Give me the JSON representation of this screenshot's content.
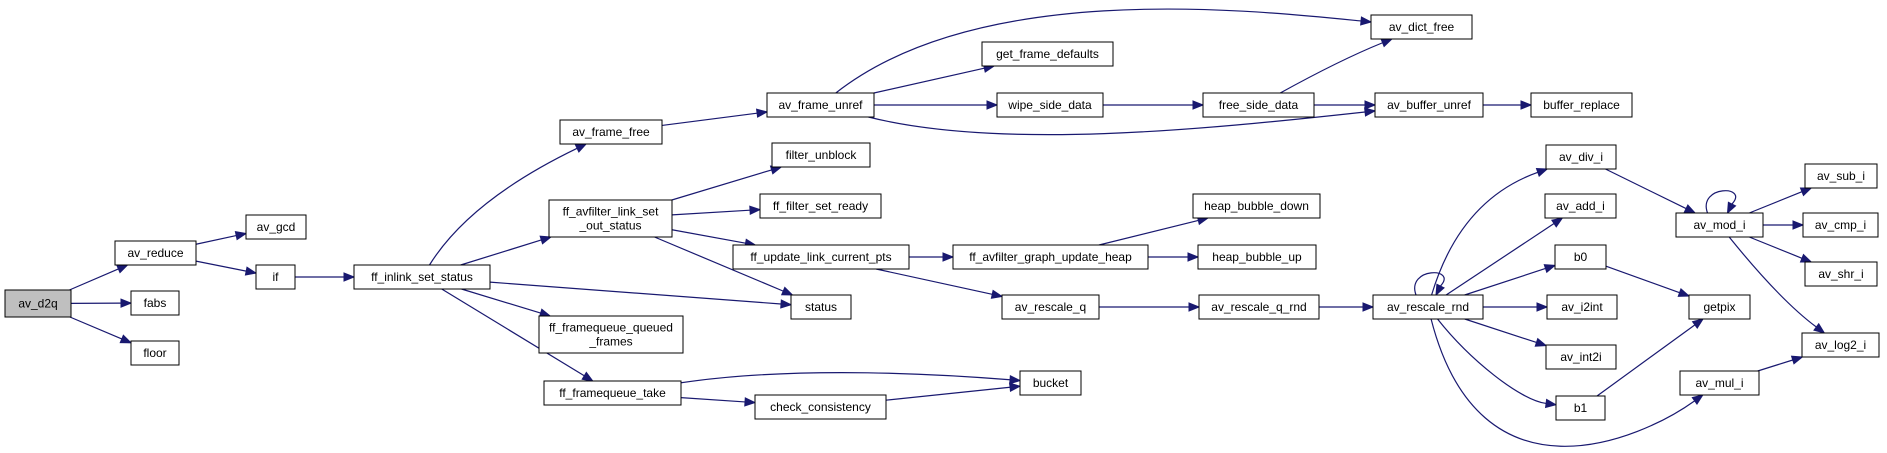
{
  "graph": {
    "edge_color": "#191970",
    "root_fill": "#bfbfbf",
    "nodes": [
      {
        "id": "av_d2q",
        "lines": [
          "av_d2q"
        ],
        "root": true
      },
      {
        "id": "av_reduce",
        "lines": [
          "av_reduce"
        ]
      },
      {
        "id": "fabs",
        "lines": [
          "fabs"
        ]
      },
      {
        "id": "floor",
        "lines": [
          "floor"
        ]
      },
      {
        "id": "av_gcd",
        "lines": [
          "av_gcd"
        ]
      },
      {
        "id": "if",
        "lines": [
          "if"
        ]
      },
      {
        "id": "ff_inlink_set_status",
        "lines": [
          "ff_inlink_set_status"
        ]
      },
      {
        "id": "av_frame_free",
        "lines": [
          "av_frame_free"
        ]
      },
      {
        "id": "ff_avfilter_link_set_out_status",
        "lines": [
          "ff_avfilter_link_set",
          "_out_status"
        ]
      },
      {
        "id": "ff_framequeue_queued_frames",
        "lines": [
          "ff_framequeue_queued",
          "_frames"
        ]
      },
      {
        "id": "ff_framequeue_take",
        "lines": [
          "ff_framequeue_take"
        ]
      },
      {
        "id": "status",
        "lines": [
          "status"
        ]
      },
      {
        "id": "av_frame_unref",
        "lines": [
          "av_frame_unref"
        ]
      },
      {
        "id": "filter_unblock",
        "lines": [
          "filter_unblock"
        ]
      },
      {
        "id": "ff_filter_set_ready",
        "lines": [
          "ff_filter_set_ready"
        ]
      },
      {
        "id": "ff_update_link_current_pts",
        "lines": [
          "ff_update_link_current_pts"
        ]
      },
      {
        "id": "check_consistency",
        "lines": [
          "check_consistency"
        ]
      },
      {
        "id": "bucket",
        "lines": [
          "bucket"
        ]
      },
      {
        "id": "get_frame_defaults",
        "lines": [
          "get_frame_defaults"
        ]
      },
      {
        "id": "wipe_side_data",
        "lines": [
          "wipe_side_data"
        ]
      },
      {
        "id": "av_dict_free",
        "lines": [
          "av_dict_free"
        ]
      },
      {
        "id": "free_side_data",
        "lines": [
          "free_side_data"
        ]
      },
      {
        "id": "av_buffer_unref",
        "lines": [
          "av_buffer_unref"
        ]
      },
      {
        "id": "buffer_replace",
        "lines": [
          "buffer_replace"
        ]
      },
      {
        "id": "ff_avfilter_graph_update_heap",
        "lines": [
          "ff_avfilter_graph_update_heap"
        ]
      },
      {
        "id": "heap_bubble_down",
        "lines": [
          "heap_bubble_down"
        ]
      },
      {
        "id": "heap_bubble_up",
        "lines": [
          "heap_bubble_up"
        ]
      },
      {
        "id": "av_rescale_q",
        "lines": [
          "av_rescale_q"
        ]
      },
      {
        "id": "av_rescale_q_rnd",
        "lines": [
          "av_rescale_q_rnd"
        ]
      },
      {
        "id": "av_rescale_rnd",
        "lines": [
          "av_rescale_rnd"
        ]
      },
      {
        "id": "av_div_i",
        "lines": [
          "av_div_i"
        ]
      },
      {
        "id": "av_add_i",
        "lines": [
          "av_add_i"
        ]
      },
      {
        "id": "b0",
        "lines": [
          "b0"
        ]
      },
      {
        "id": "av_i2int",
        "lines": [
          "av_i2int"
        ]
      },
      {
        "id": "av_int2i",
        "lines": [
          "av_int2i"
        ]
      },
      {
        "id": "b1",
        "lines": [
          "b1"
        ]
      },
      {
        "id": "av_mod_i",
        "lines": [
          "av_mod_i"
        ]
      },
      {
        "id": "getpix",
        "lines": [
          "getpix"
        ]
      },
      {
        "id": "av_mul_i",
        "lines": [
          "av_mul_i"
        ]
      },
      {
        "id": "av_sub_i",
        "lines": [
          "av_sub_i"
        ]
      },
      {
        "id": "av_cmp_i",
        "lines": [
          "av_cmp_i"
        ]
      },
      {
        "id": "av_shr_i",
        "lines": [
          "av_shr_i"
        ]
      },
      {
        "id": "av_log2_i",
        "lines": [
          "av_log2_i"
        ]
      }
    ],
    "edges": [
      [
        "av_d2q",
        "av_reduce"
      ],
      [
        "av_d2q",
        "fabs"
      ],
      [
        "av_d2q",
        "floor"
      ],
      [
        "av_reduce",
        "av_gcd"
      ],
      [
        "av_reduce",
        "if"
      ],
      [
        "if",
        "ff_inlink_set_status"
      ],
      [
        "ff_inlink_set_status",
        "av_frame_free"
      ],
      [
        "ff_inlink_set_status",
        "ff_avfilter_link_set_out_status"
      ],
      [
        "ff_inlink_set_status",
        "status"
      ],
      [
        "ff_inlink_set_status",
        "ff_framequeue_queued_frames"
      ],
      [
        "ff_inlink_set_status",
        "ff_framequeue_take"
      ],
      [
        "av_frame_free",
        "av_frame_unref"
      ],
      [
        "av_frame_unref",
        "av_dict_free"
      ],
      [
        "av_frame_unref",
        "get_frame_defaults"
      ],
      [
        "av_frame_unref",
        "wipe_side_data"
      ],
      [
        "av_frame_unref",
        "av_buffer_unref"
      ],
      [
        "wipe_side_data",
        "free_side_data"
      ],
      [
        "free_side_data",
        "av_dict_free"
      ],
      [
        "free_side_data",
        "av_buffer_unref"
      ],
      [
        "av_buffer_unref",
        "buffer_replace"
      ],
      [
        "ff_avfilter_link_set_out_status",
        "filter_unblock"
      ],
      [
        "ff_avfilter_link_set_out_status",
        "ff_filter_set_ready"
      ],
      [
        "ff_avfilter_link_set_out_status",
        "ff_update_link_current_pts"
      ],
      [
        "ff_avfilter_link_set_out_status",
        "status"
      ],
      [
        "ff_update_link_current_pts",
        "ff_avfilter_graph_update_heap"
      ],
      [
        "ff_update_link_current_pts",
        "av_rescale_q"
      ],
      [
        "ff_avfilter_graph_update_heap",
        "heap_bubble_down"
      ],
      [
        "ff_avfilter_graph_update_heap",
        "heap_bubble_up"
      ],
      [
        "av_rescale_q",
        "av_rescale_q_rnd"
      ],
      [
        "av_rescale_q_rnd",
        "av_rescale_rnd"
      ],
      [
        "av_rescale_rnd",
        "av_rescale_rnd"
      ],
      [
        "av_rescale_rnd",
        "av_div_i"
      ],
      [
        "av_rescale_rnd",
        "av_add_i"
      ],
      [
        "av_rescale_rnd",
        "b0"
      ],
      [
        "av_rescale_rnd",
        "av_i2int"
      ],
      [
        "av_rescale_rnd",
        "av_int2i"
      ],
      [
        "av_rescale_rnd",
        "b1"
      ],
      [
        "av_rescale_rnd",
        "av_mul_i"
      ],
      [
        "av_div_i",
        "av_mod_i"
      ],
      [
        "av_mod_i",
        "av_mod_i"
      ],
      [
        "av_mod_i",
        "av_sub_i"
      ],
      [
        "av_mod_i",
        "av_cmp_i"
      ],
      [
        "av_mod_i",
        "av_shr_i"
      ],
      [
        "av_mod_i",
        "av_log2_i"
      ],
      [
        "b0",
        "getpix"
      ],
      [
        "b1",
        "getpix"
      ],
      [
        "av_mul_i",
        "av_log2_i"
      ],
      [
        "ff_framequeue_take",
        "bucket"
      ],
      [
        "ff_framequeue_take",
        "check_consistency"
      ],
      [
        "check_consistency",
        "bucket"
      ]
    ]
  }
}
